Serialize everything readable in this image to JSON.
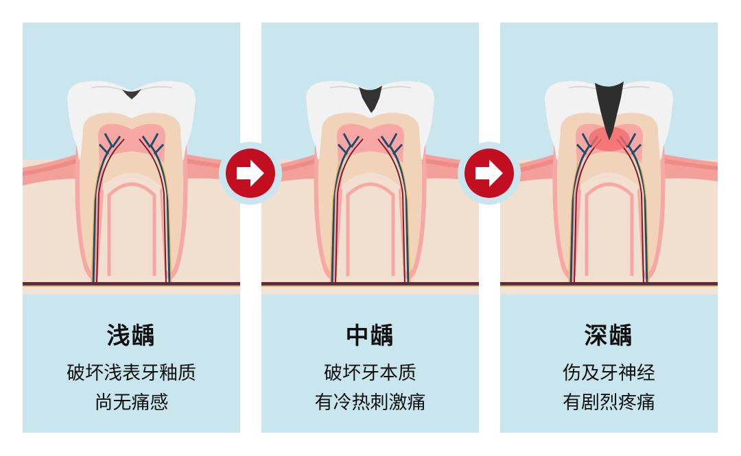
{
  "stages": [
    {
      "title": "浅龋",
      "line1": "破坏浅表牙釉质",
      "line2": "尚无痛感",
      "cavity": "shallow"
    },
    {
      "title": "中龋",
      "line1": "破坏牙本质",
      "line2": "有冷热刺激痛",
      "cavity": "medium"
    },
    {
      "title": "深龋",
      "line1": "伤及牙神经",
      "line2": "有剧烈疼痛",
      "cavity": "deep"
    }
  ],
  "arrows": [
    {
      "icon": "right-arrow-icon"
    },
    {
      "icon": "right-arrow-icon"
    }
  ],
  "colors": {
    "background": "#c9e6ef",
    "arrow": "#c10e21",
    "gum": "#f4a09a",
    "bone": "#f1dfd0",
    "pulp": "#f7a8a4",
    "cavity": "#3a3a3a"
  }
}
